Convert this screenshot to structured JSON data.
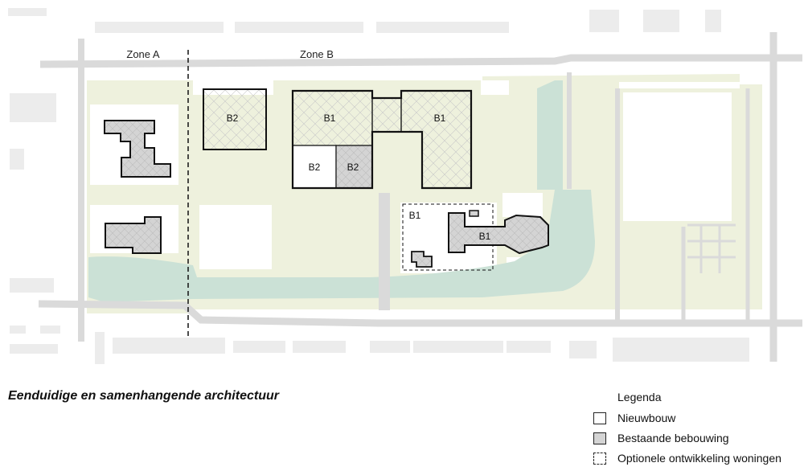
{
  "map": {
    "zones": [
      {
        "id": "zone-a",
        "label": "Zone A"
      },
      {
        "id": "zone-b",
        "label": "Zone B"
      }
    ],
    "building_labels": [
      "B2",
      "B1",
      "B1",
      "B2",
      "B2",
      "B1",
      "B1"
    ],
    "colors": {
      "green": "#eef1dd",
      "water": "#cbe1d6",
      "road": "#dadada",
      "block": "#ececec",
      "existing_fill": "#d4d4d4",
      "outline": "#111111"
    }
  },
  "caption": "Eenduidige en samenhangende architectuur",
  "legend": {
    "title": "Legenda",
    "items": [
      {
        "label": "Nieuwbouw",
        "style": "new"
      },
      {
        "label": "Bestaande bebouwing",
        "style": "existing"
      },
      {
        "label": "Optionele ontwikkeling woningen",
        "style": "optional"
      }
    ]
  }
}
